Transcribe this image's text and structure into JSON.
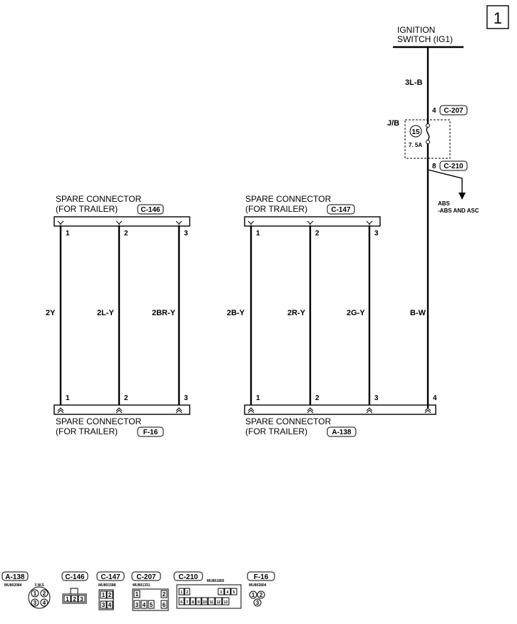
{
  "page_number": "1",
  "ignition": {
    "line1": "IGNITION",
    "line2": "SWITCH (IG1)"
  },
  "wire_3lb": "3L-B",
  "jb": {
    "label": "J/B",
    "fuse_number": "15",
    "fuse_rating": "7. 5A",
    "in_pin": "4",
    "in_connector": "C-207",
    "out_pin": "8",
    "out_connector": "C-210"
  },
  "branch": {
    "line1": "ABS",
    "line2": "-ABS AND ASC"
  },
  "connectors": {
    "c146": {
      "line1": "SPARE CONNECTOR",
      "line2": "(FOR TRAILER)",
      "code": "C-146"
    },
    "c147": {
      "line1": "SPARE CONNECTOR",
      "line2": "(FOR TRAILER)",
      "code": "C-147"
    },
    "f16": {
      "line1": "SPARE CONNECTOR",
      "line2": "(FOR TRAILER)",
      "code": "F-16"
    },
    "a138": {
      "line1": "SPARE CONNECTOR",
      "line2": "(FOR TRAILER)",
      "code": "A-138"
    }
  },
  "pins": {
    "p1": "1",
    "p2": "2",
    "p3": "3",
    "p4": "4"
  },
  "wires": {
    "w2y": "2Y",
    "w2ly": "2L-Y",
    "w2bry": "2BR-Y",
    "w2by": "2B-Y",
    "w2ry": "2R-Y",
    "w2gy": "2G-Y",
    "wbw": "B-W"
  },
  "legend": {
    "a138": {
      "code": "A-138",
      "part": "MU802084",
      "note": "3 W.S",
      "pins": [
        "1",
        "2",
        "3",
        "4"
      ]
    },
    "c146": {
      "code": "C-146",
      "pins": [
        "1",
        "2",
        "3"
      ]
    },
    "c147": {
      "code": "C-147",
      "part": "MU801588",
      "pins": [
        "1",
        "2",
        "3",
        "4"
      ]
    },
    "c207": {
      "code": "C-207",
      "part": "MU801331",
      "pins": [
        "1",
        "2",
        "3",
        "4",
        "5",
        "6"
      ]
    },
    "c210": {
      "code": "C-210",
      "part": "MU801855",
      "pins": [
        "1",
        "2",
        "3",
        "4",
        "5",
        "6",
        "7",
        "8",
        "9",
        "10",
        "11",
        "12",
        "13"
      ]
    },
    "f16": {
      "code": "F-16",
      "part": "MU802804",
      "pins": [
        "1",
        "2",
        "3"
      ]
    }
  }
}
